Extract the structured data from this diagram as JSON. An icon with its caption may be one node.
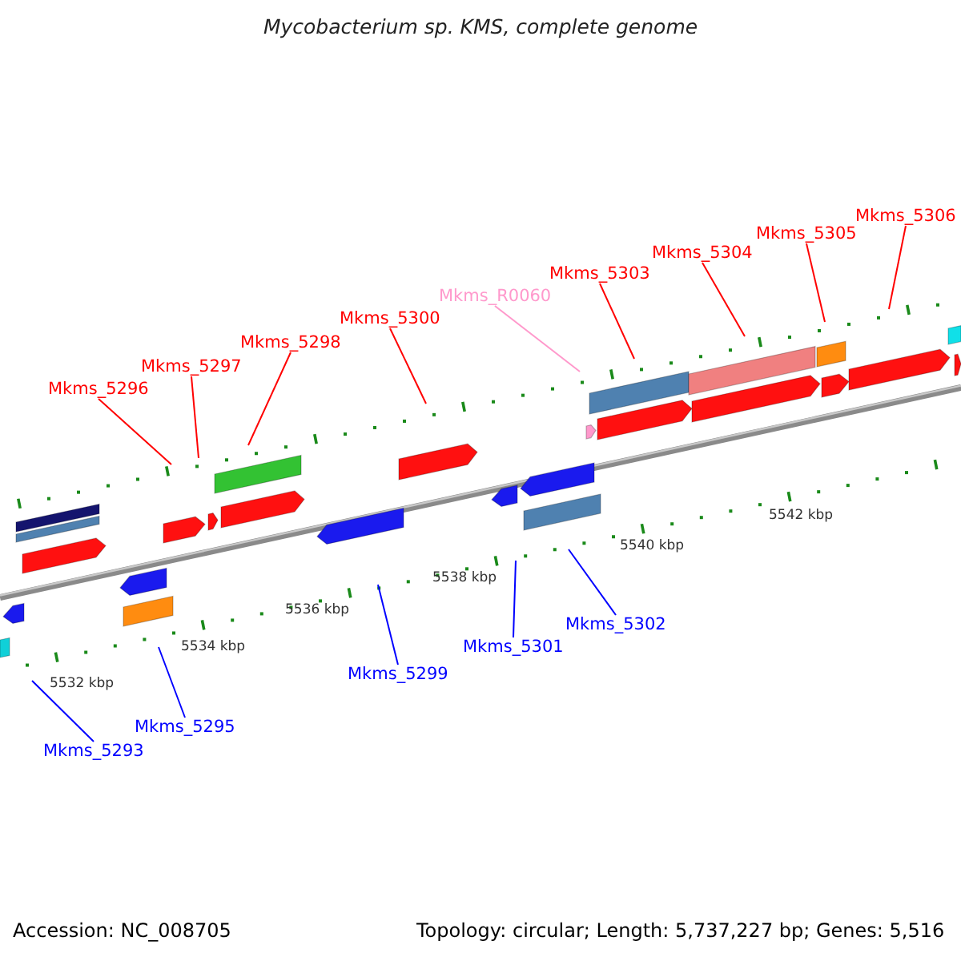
{
  "diagram": {
    "title": "Mycobacterium sp. KMS, complete genome",
    "nodes": [
      {
        "text": [
          "Mkms_5306"
        ]
      },
      {
        "text": [
          "Mkms_5305"
        ]
      },
      {
        "text": [
          "Mkms_5304"
        ]
      },
      {
        "text": [
          "Mkms_5303"
        ]
      },
      {
        "text": [
          "Mkms_R0060"
        ]
      },
      {
        "text": [
          "Mkms_5300"
        ]
      },
      {
        "text": [
          "Mkms_5298"
        ]
      },
      {
        "text": [
          "Mkms_5297"
        ]
      },
      {
        "text": [
          "Mkms_5296"
        ]
      },
      {
        "text": [
          "Mkms_5302"
        ]
      },
      {
        "text": [
          "Mkms_5301"
        ]
      },
      {
        "text": [
          "Mkms_5299"
        ]
      },
      {
        "text": [
          "Mkms_5295"
        ]
      },
      {
        "text": [
          "Mkms_5293"
        ]
      }
    ],
    "edges": [
      {
        "from": 0,
        "to": null,
        "arrow": "none"
      },
      {
        "from": 1,
        "to": null,
        "arrow": "none"
      },
      {
        "from": 2,
        "to": null,
        "arrow": "none"
      },
      {
        "from": 3,
        "to": null,
        "arrow": "none"
      },
      {
        "from": 4,
        "to": null,
        "arrow": "none",
        "color": "#ff99cc"
      },
      {
        "from": 5,
        "to": null,
        "arrow": "none"
      },
      {
        "from": 6,
        "to": null,
        "arrow": "none"
      },
      {
        "from": 7,
        "to": null,
        "arrow": "none"
      },
      {
        "from": 8,
        "to": null,
        "arrow": "none"
      },
      {
        "from": 9,
        "to": null,
        "arrow": "none",
        "color": "#0000ff"
      },
      {
        "from": 10,
        "to": null,
        "arrow": "none",
        "color": "#0000ff"
      },
      {
        "from": 11,
        "to": null,
        "arrow": "none",
        "color": "#0000ff"
      },
      {
        "from": 12,
        "to": null,
        "arrow": "none",
        "color": "#0000ff"
      },
      {
        "from": 13,
        "to": null,
        "arrow": "none",
        "color": "#0000ff"
      }
    ],
    "labels": [
      "5542 kbp",
      "5540 kbp",
      "5538 kbp",
      "5536 kbp",
      "5534 kbp",
      "5532 kbp",
      "Accession: NC_008705",
      "Topology: circular; Length: 5,737,227 bp; Genes: 5,516"
    ]
  }
}
